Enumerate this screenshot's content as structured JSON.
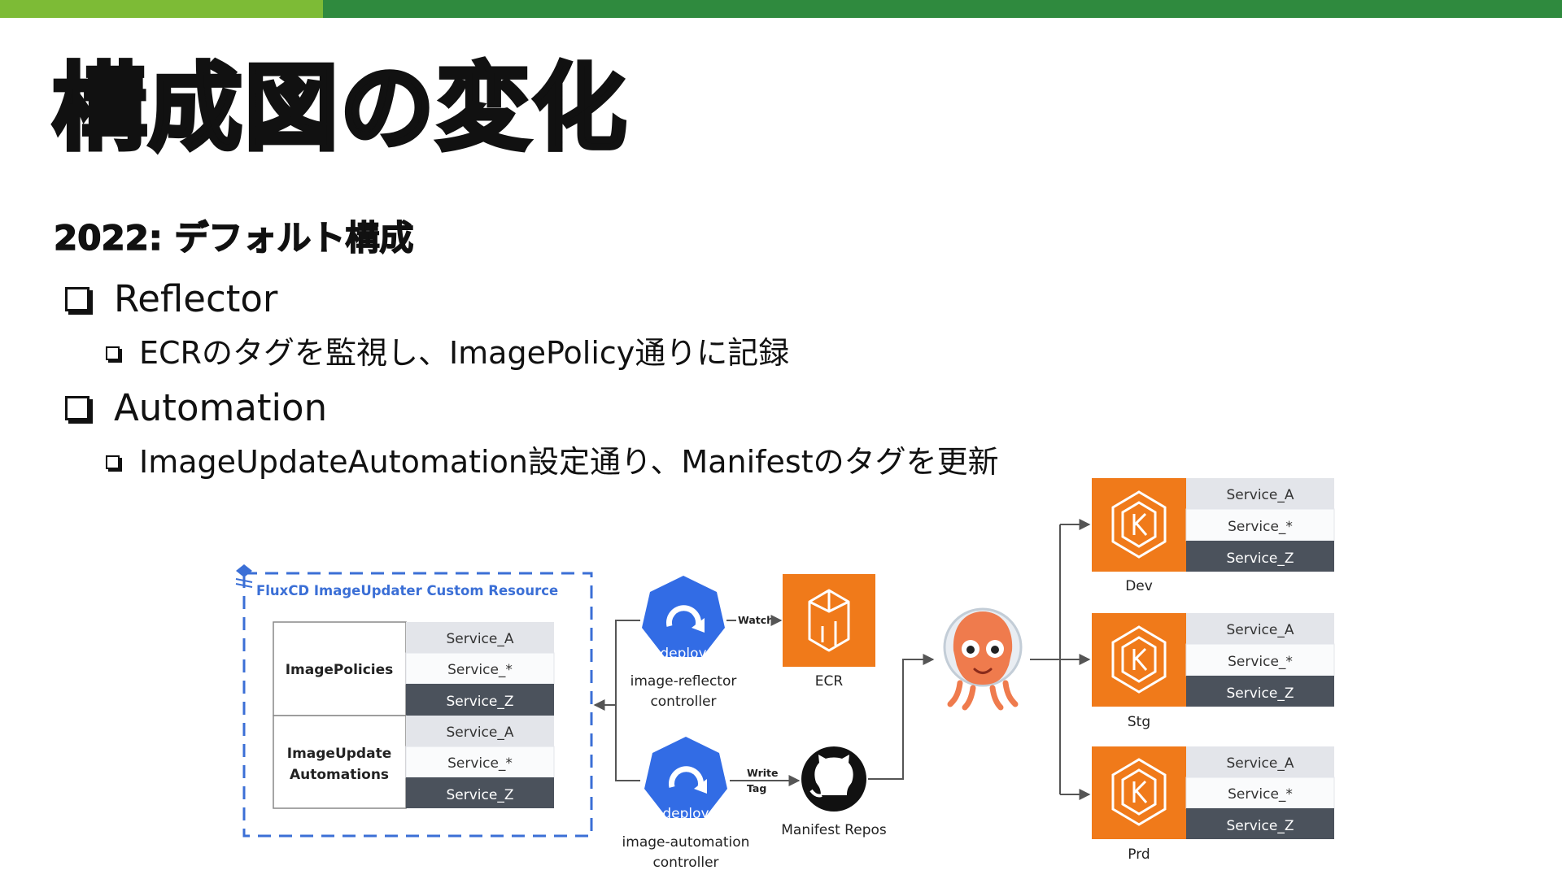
{
  "colors": {
    "bar_light": "#7dbb36",
    "bar_dark": "#2f8a3e",
    "flux_blue": "#3b6fd6",
    "k8s_blue": "#326ce5",
    "aws_orange": "#f07a1a",
    "svc_a_bg": "#e3e5ea",
    "svc_star_bg": "#fafbfc",
    "svc_z_bg": "#4b525c",
    "line": "#555555"
  },
  "slide": {
    "title": "構成図の変化",
    "subtitle": "2022: デフォルト構成",
    "bullets": [
      {
        "label": "Reflector",
        "sub": "ECRのタグを監視し、ImagePolicy通りに記録"
      },
      {
        "label": "Automation",
        "sub": "ImageUpdateAutomation設定通り、Manifestのタグを更新"
      }
    ]
  },
  "diagram": {
    "custom_resource_title": "FluxCD ImageUpdater Custom Resource",
    "groups": [
      {
        "name": "ImagePolicies",
        "services": [
          "Service_A",
          "Service_*",
          "Service_Z"
        ]
      },
      {
        "name_line1": "ImageUpdate",
        "name_line2": "Automations",
        "services": [
          "Service_A",
          "Service_*",
          "Service_Z"
        ]
      }
    ],
    "reflector": {
      "badge": "deploy",
      "line1": "image-reflector",
      "line2": "controller",
      "edge": "Watch"
    },
    "automation": {
      "badge": "deploy",
      "line1": "image-automation",
      "line2": "controller",
      "edge_line1": "Write",
      "edge_line2": "Tag"
    },
    "ecr_label": "ECR",
    "repo_label": "Manifest Repos",
    "clusters": [
      {
        "name": "Dev",
        "services": [
          "Service_A",
          "Service_*",
          "Service_Z"
        ]
      },
      {
        "name": "Stg",
        "services": [
          "Service_A",
          "Service_*",
          "Service_Z"
        ]
      },
      {
        "name": "Prd",
        "services": [
          "Service_A",
          "Service_*",
          "Service_Z"
        ]
      }
    ]
  }
}
